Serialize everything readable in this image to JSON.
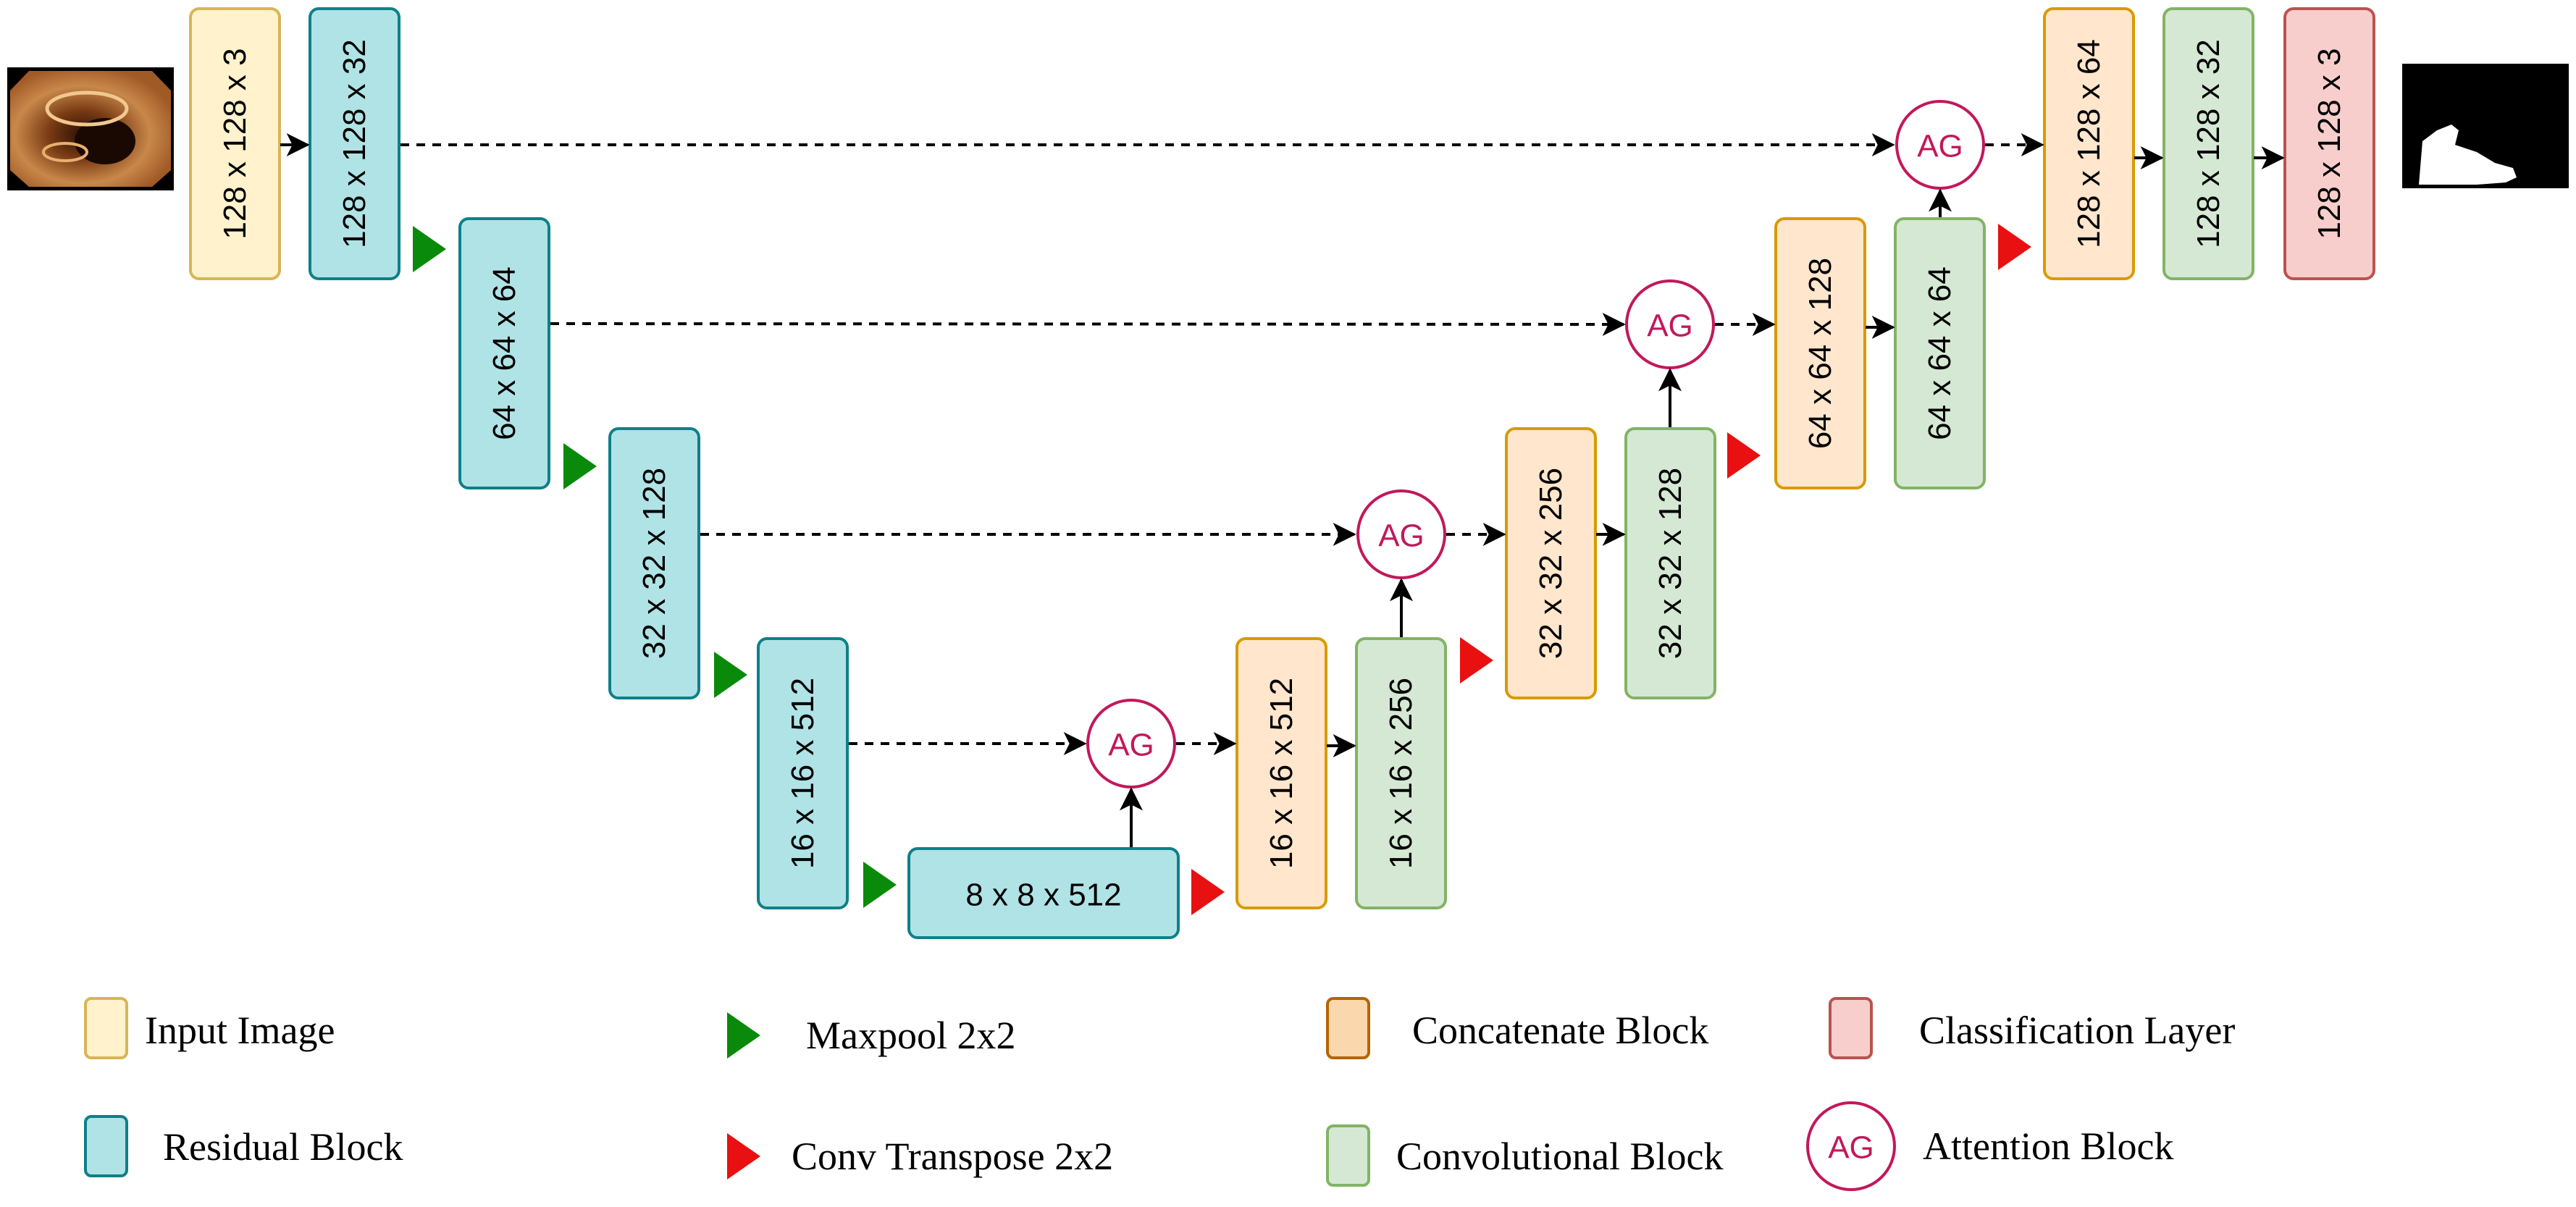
{
  "colors": {
    "input": {
      "fill": "#fff2cc",
      "stroke": "#d6b656"
    },
    "residual": {
      "fill": "#b0e3e6",
      "stroke": "#0e8088"
    },
    "concat": {
      "fill": "#ffe6cc",
      "stroke": "#d79b00"
    },
    "conv": {
      "fill": "#d5e8d4",
      "stroke": "#82b366"
    },
    "classify": {
      "fill": "#f8cecc",
      "stroke": "#b85450"
    },
    "attention_stroke": "#c2185b",
    "maxpool": "#0a8a0a",
    "convtranspose": "#e81010"
  },
  "images": {
    "input_image": "colonoscopy-frame",
    "output_mask": "binary-segmentation-mask"
  },
  "blocks": {
    "in": "128 x 128 x 3",
    "e1": "128 x 128 x 32",
    "e2": "64 x 64 x 64",
    "e3": "32 x 32 x 128",
    "e4": "16 x 16 x 512",
    "bn": "8 x 8 x 512",
    "d4c": "16 x 16 x 512",
    "d4v": "16 x 16 x 256",
    "d3c": "32 x 32 x 256",
    "d3v": "32 x 32 x 128",
    "d2c": "64 x 64 x 128",
    "d2v": "64 x 64 x 64",
    "d1c": "128 x 128 x 64",
    "d1v": "128 x 128 x 32",
    "out": "128 x 128 x 3"
  },
  "attention_label": "AG",
  "legend": {
    "input": "Input Image",
    "residual": "Residual Block",
    "maxpool": "Maxpool 2x2",
    "convtranspose": "Conv Transpose 2x2",
    "concat": "Concatenate Block",
    "conv": "Convolutional Block",
    "classify": "Classification Layer",
    "attention": "Attention Block",
    "attention_symbol": "AG"
  }
}
